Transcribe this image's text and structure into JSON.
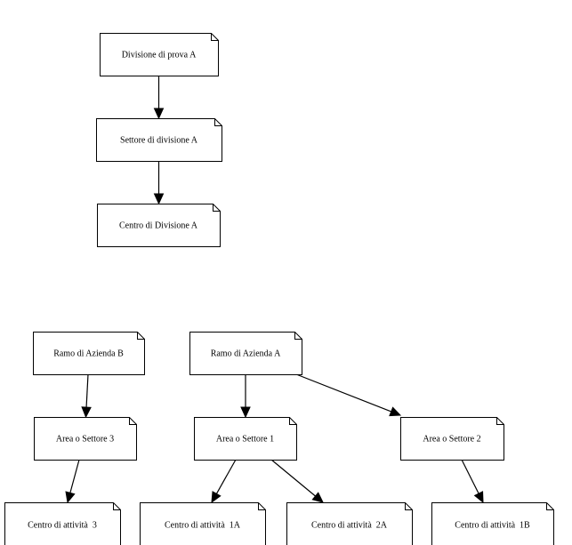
{
  "diagram": {
    "nodes": [
      {
        "id": "div_a",
        "label": "Divisione di prova A"
      },
      {
        "id": "set_div_a",
        "label": "Settore di divisione A"
      },
      {
        "id": "centro_div_a",
        "label": "Centro di Divisione A"
      },
      {
        "id": "ramo_b",
        "label": "Ramo di Azienda B"
      },
      {
        "id": "ramo_a",
        "label": "Ramo di Azienda A"
      },
      {
        "id": "area3",
        "label": "Area o Settore 3"
      },
      {
        "id": "area1",
        "label": "Area o Settore 1"
      },
      {
        "id": "area2",
        "label": "Area o Settore 2"
      },
      {
        "id": "ca3",
        "label": "Centro di attività  3"
      },
      {
        "id": "ca1a",
        "label": "Centro di attività  1A"
      },
      {
        "id": "ca2a",
        "label": "Centro di attività  2A"
      },
      {
        "id": "ca1b",
        "label": "Centro di attività  1B"
      }
    ],
    "edges": [
      {
        "from": "div_a",
        "to": "set_div_a"
      },
      {
        "from": "set_div_a",
        "to": "centro_div_a"
      },
      {
        "from": "ramo_b",
        "to": "area3"
      },
      {
        "from": "area3",
        "to": "ca3"
      },
      {
        "from": "ramo_a",
        "to": "area1"
      },
      {
        "from": "ramo_a",
        "to": "area2"
      },
      {
        "from": "area1",
        "to": "ca1a"
      },
      {
        "from": "area1",
        "to": "ca2a"
      },
      {
        "from": "area2",
        "to": "ca1b"
      }
    ]
  }
}
